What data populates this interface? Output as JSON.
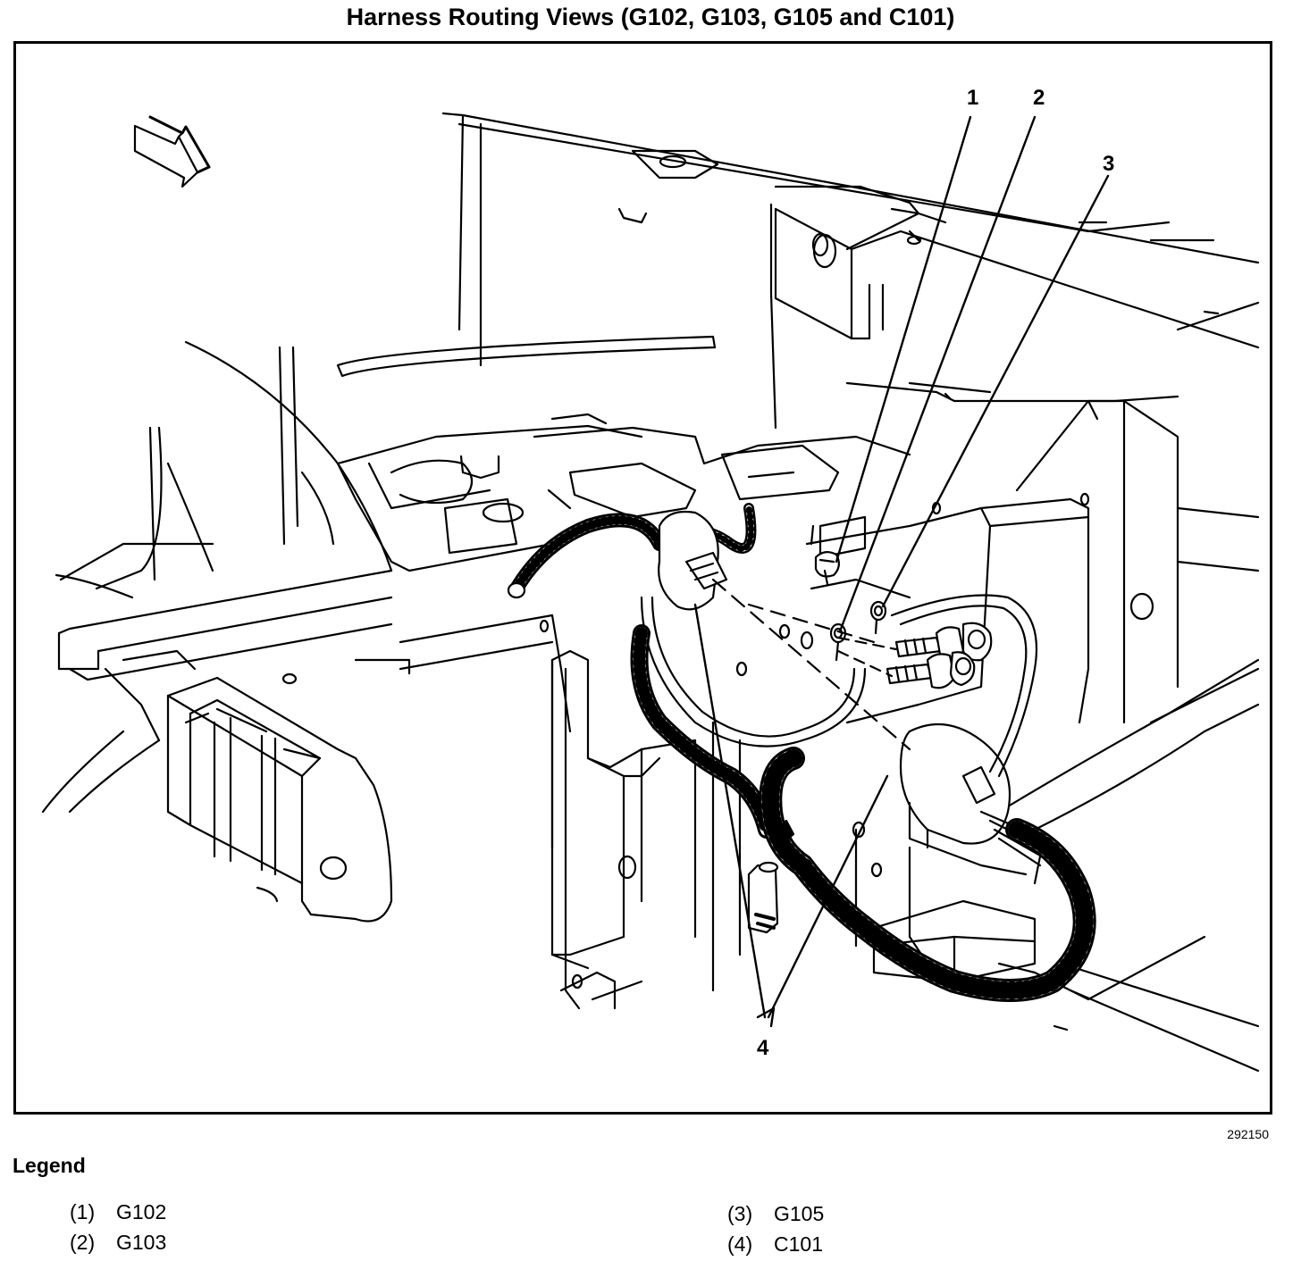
{
  "title": "Harness Routing Views (G102, G103, G105 and C101)",
  "figure_number": "292150",
  "callouts": [
    "1",
    "2",
    "3",
    "4"
  ],
  "legend": {
    "heading": "Legend",
    "items": [
      {
        "num": "(1)",
        "label": "G102"
      },
      {
        "num": "(2)",
        "label": "G103"
      },
      {
        "num": "(3)",
        "label": "G105"
      },
      {
        "num": "(4)",
        "label": "C101"
      }
    ]
  }
}
